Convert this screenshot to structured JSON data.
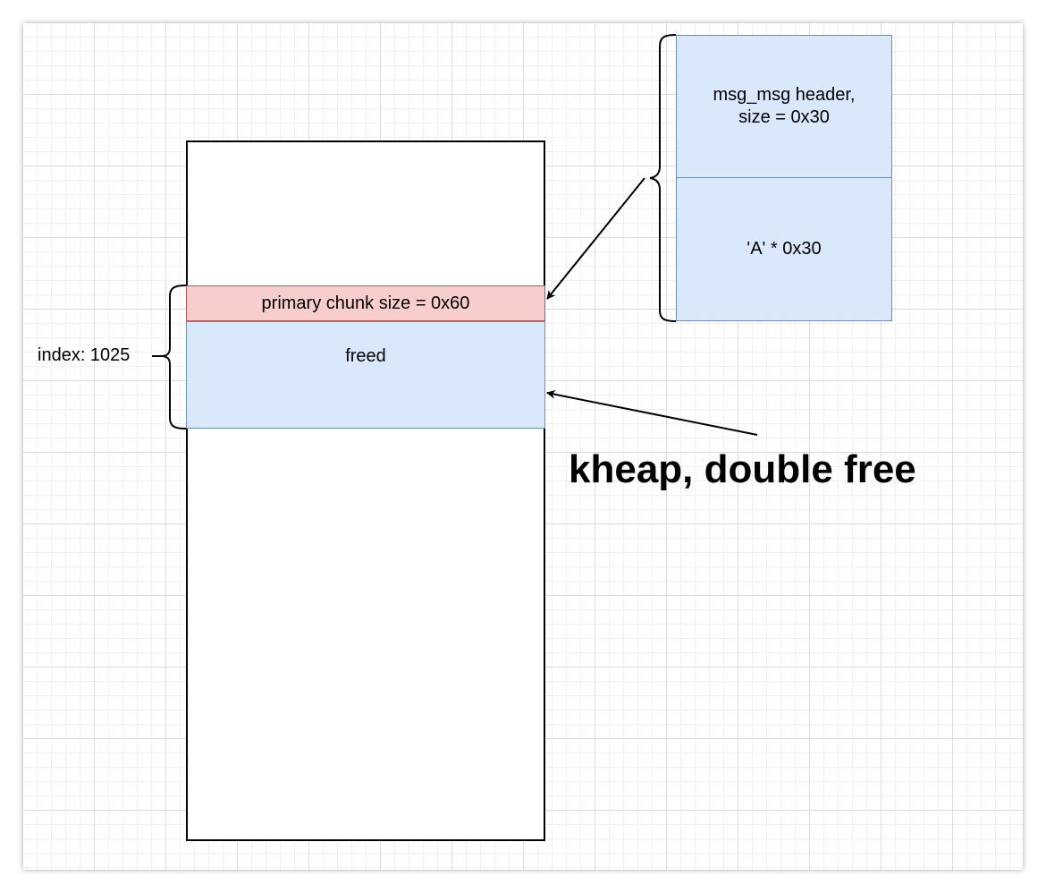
{
  "diagram": {
    "primary_chunk_label": "primary chunk size = 0x60",
    "freed_label": "freed",
    "index_label": "index: 1025",
    "msg_header_line1": "msg_msg header,",
    "msg_header_line2": "size = 0x30",
    "msg_data_label": "'A' * 0x30",
    "title": "kheap, double free",
    "colors": {
      "primary_fill": "#f8cecc",
      "primary_stroke": "#b85450",
      "blue_fill": "#dae8fc",
      "blue_stroke": "#6c8ebf"
    }
  }
}
